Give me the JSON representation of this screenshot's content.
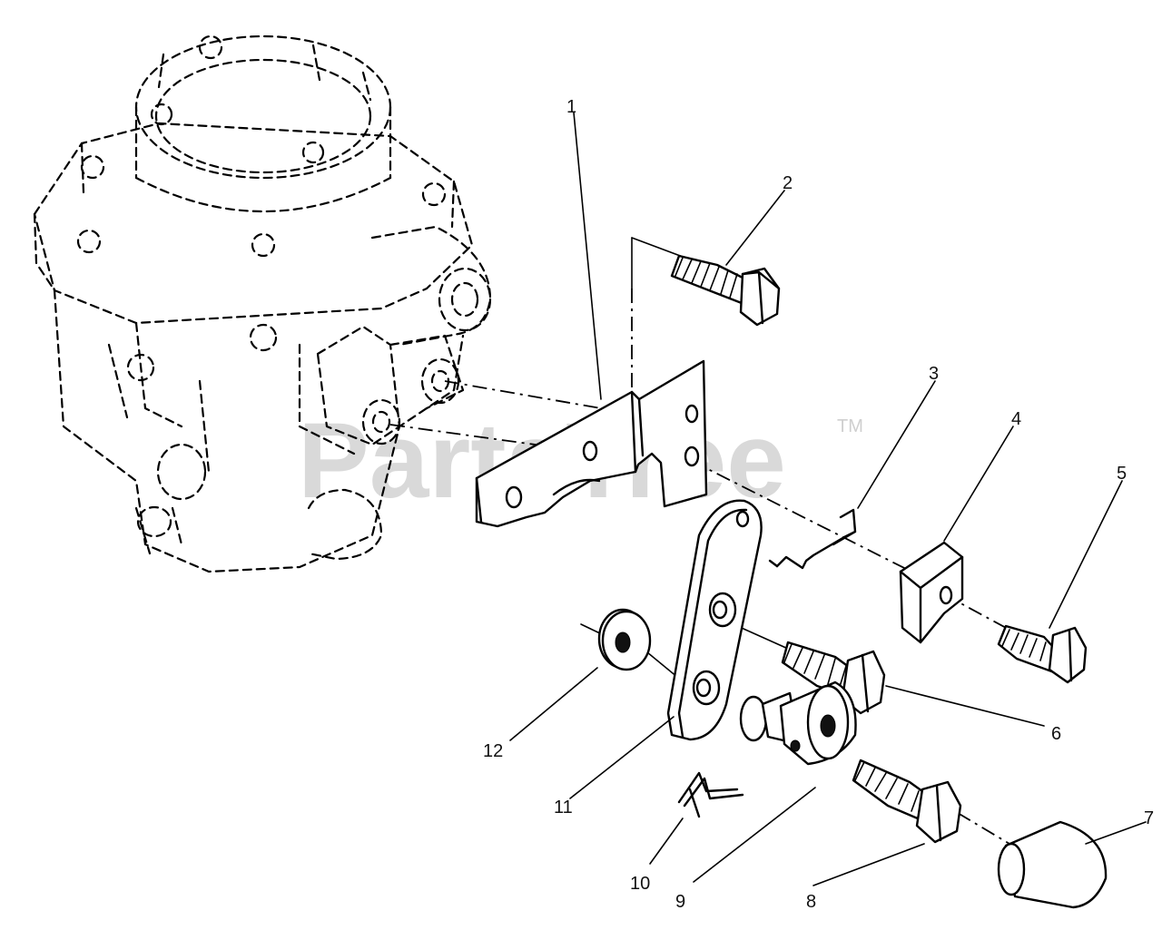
{
  "watermark": {
    "text": "PartsTree",
    "trademark": "TM"
  },
  "callouts": [
    {
      "id": "1",
      "label": "1"
    },
    {
      "id": "2",
      "label": "2"
    },
    {
      "id": "3",
      "label": "3"
    },
    {
      "id": "4",
      "label": "4"
    },
    {
      "id": "5",
      "label": "5"
    },
    {
      "id": "6",
      "label": "6"
    },
    {
      "id": "7",
      "label": "7"
    },
    {
      "id": "8",
      "label": "8"
    },
    {
      "id": "9",
      "label": "9"
    },
    {
      "id": "10",
      "label": "10"
    },
    {
      "id": "11",
      "label": "11"
    },
    {
      "id": "12",
      "label": "12"
    }
  ]
}
